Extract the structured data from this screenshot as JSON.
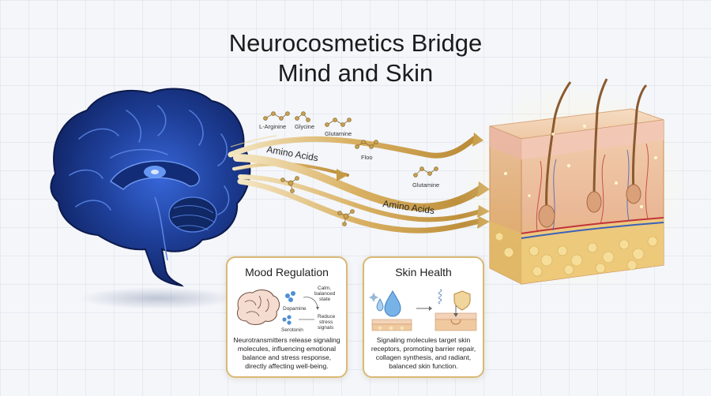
{
  "title": {
    "line1": "Neurocosmetics Bridge",
    "line2": "Mind and Skin"
  },
  "ribbons": {
    "label_upper": "Amino Acids",
    "label_lower": "Amino Acids"
  },
  "molecules": {
    "l_arginine": "L-Arginine",
    "glycine": "Glycine",
    "glutamine_top": "Glutamine",
    "floo": "Floo",
    "glutamine_mid": "Glutamine"
  },
  "mood_card": {
    "title": "Mood Regulation",
    "dopamine": "Dopamine",
    "serotonin": "Serotonin",
    "calm_line1": "Calm,",
    "calm_line2": "balanced",
    "calm_line3": "state",
    "reduce_line1": "Reduce",
    "reduce_line2": "stress",
    "reduce_line3": "signals",
    "text": "Neurotransmitters release signaling molecules, influencing emotional balance and stress response, directly affecting well-being."
  },
  "skin_card": {
    "title": "Skin Health",
    "text": "Signaling molecules target skin receptors, promoting barrier repair, collagen synthesis, and radiant, balanced skin function."
  },
  "colors": {
    "brain": "#1a3580",
    "gold": "#d6ad5c",
    "skin": "#efcfae",
    "card_border": "#d9b875"
  }
}
